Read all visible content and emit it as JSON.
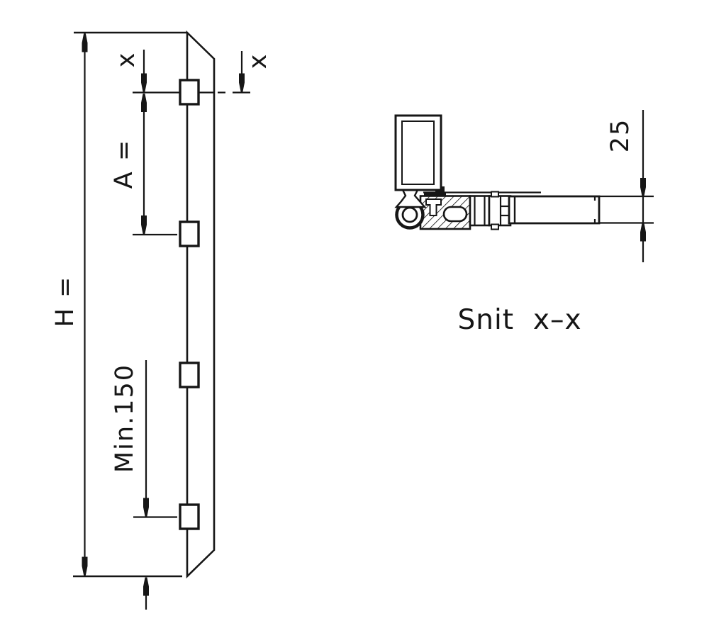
{
  "colors": {
    "background": "#ffffff",
    "ink": "#161616"
  },
  "elevation_view": {
    "height_label": "H =",
    "spacing_label": "A =",
    "top_offset_label_left": "x",
    "top_offset_label_right": "x",
    "min_bottom_label": "Min.150",
    "lock_point_count": 4
  },
  "section_view": {
    "caption": "Snit  x–x",
    "thickness_label": "25"
  }
}
